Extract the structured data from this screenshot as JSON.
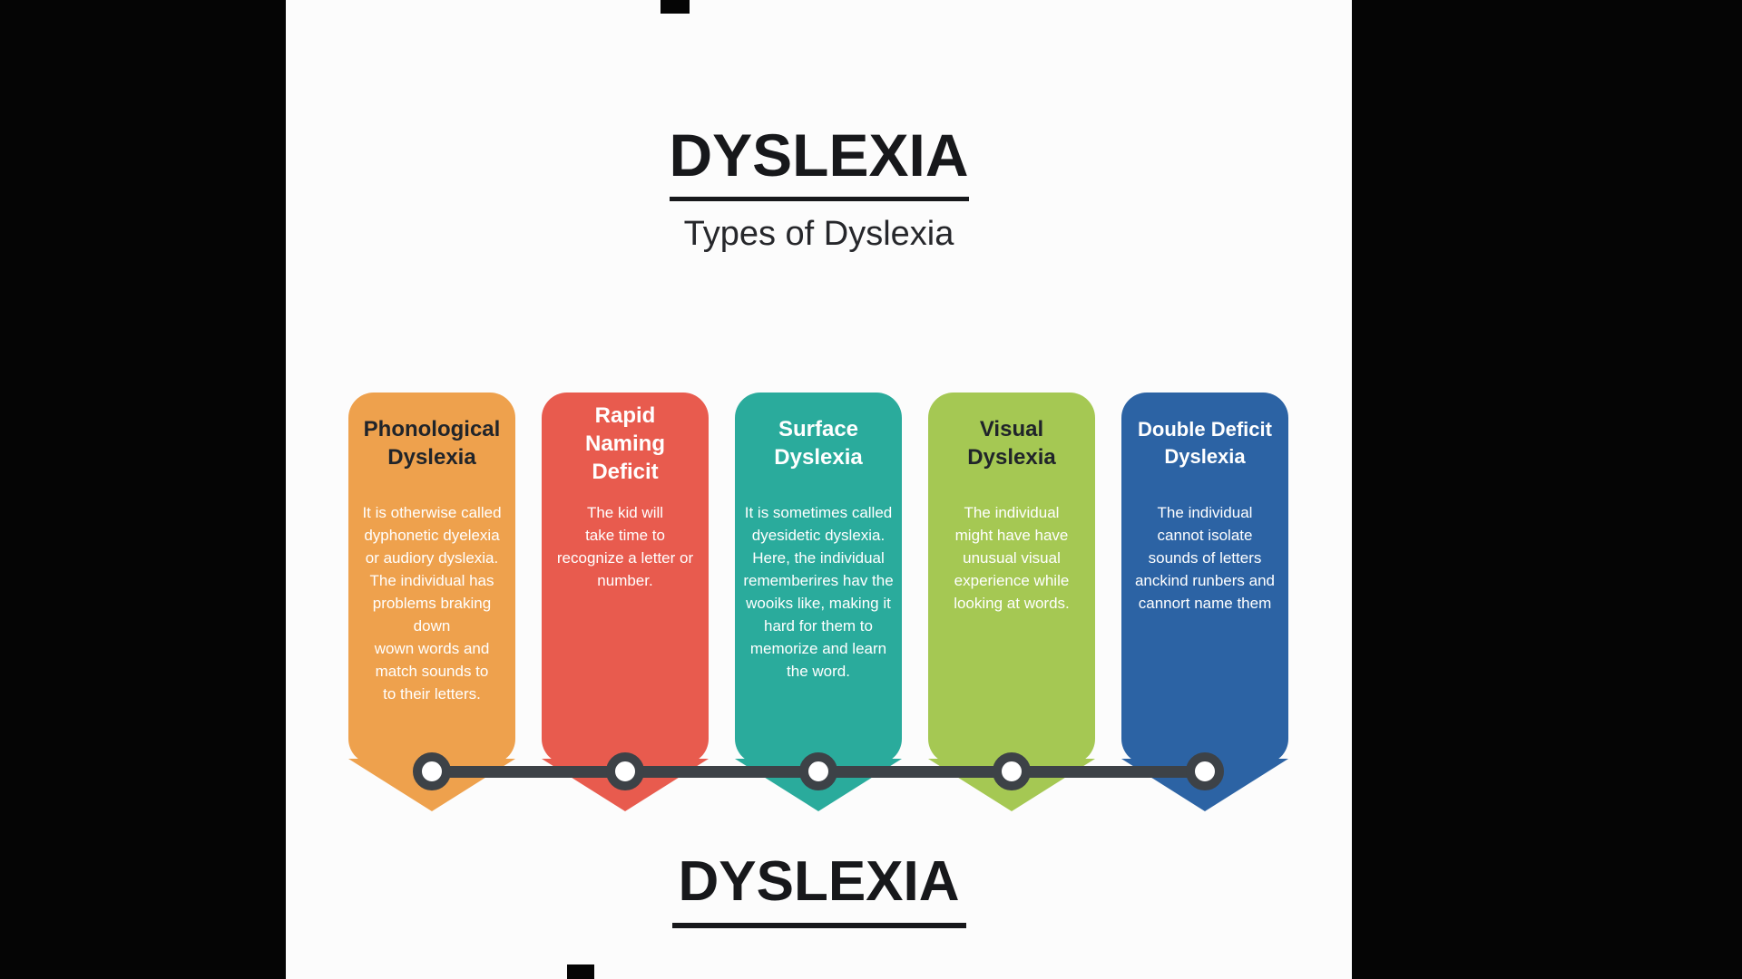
{
  "canvas": {
    "background": "#050505",
    "content_background": "#fcfcfc"
  },
  "header": {
    "title": "DYSLEXIA",
    "subtitle": "Types of Dyslexia",
    "underline_color": "#17181b"
  },
  "banners": [
    {
      "heading": "Phonological\nDyslexia",
      "body": "It is otherwise called\ndyphonetic dyelexia\nor audiory dyslexia.\nThe individual has\nproblems braking down\nwown words and\nmatch sounds to\nto their letters.",
      "color": "#eea14d",
      "heading_color": "#20242a",
      "body_color": "#ffffff"
    },
    {
      "heading": "Rapid\nNaming\nDeficit",
      "body": "The kid will\ntake time to\nrecognize a letter or\nnumber.",
      "color": "#e85b4e",
      "heading_color": "#ffffff",
      "body_color": "#ffffff"
    },
    {
      "heading": "Surface\nDyslexia",
      "body": "It is sometimes called\ndyesidetic dyslexia.\nHere, the individual\nrememberires hav the\nwooiks like, making it\nhard for them to\nmemorize and learn\nthe word.",
      "color": "#2aab9c",
      "heading_color": "#ffffff",
      "body_color": "#ffffff"
    },
    {
      "heading": "Visual\nDyslexia",
      "body": "The individual\nmight have have\nunusual visual\nexperience while\nlooking at words.",
      "color": "#a5c853",
      "heading_color": "#20242a",
      "body_color": "#ffffff"
    },
    {
      "heading": "Double Deficit\nDyslexia",
      "body": "The individual\ncannot isolate\nsounds of letters\nanckind runbers and\ncannort name them",
      "color": "#2c63a4",
      "heading_color": "#ffffff",
      "body_color": "#ffffff"
    }
  ],
  "timeline": {
    "color": "#3d4247",
    "node_fill": "#ffffff"
  },
  "footer": {
    "title": "DYSLEXIA",
    "underline_color": "#17181b"
  }
}
